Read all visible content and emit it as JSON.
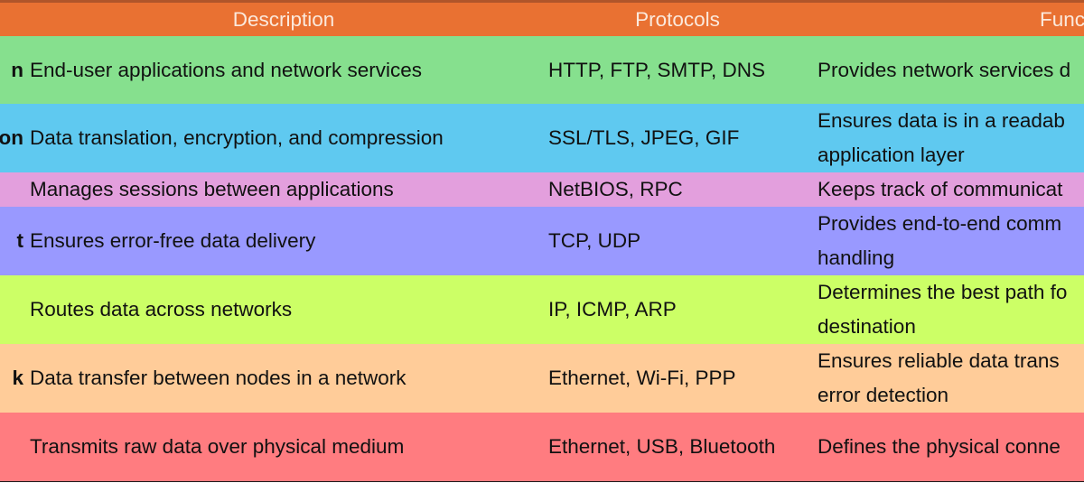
{
  "colors": {
    "header": "#E97132",
    "rows": [
      "#86E08E",
      "#5FC9F0",
      "#E39FDD",
      "#9999FF",
      "#CCFF66",
      "#FFCC99",
      "#FF7C80"
    ]
  },
  "header": {
    "layer": "",
    "description": "Description",
    "protocols": "Protocols",
    "functions": "Functi"
  },
  "rows": [
    {
      "layer": "n",
      "description": "End-user applications and network services",
      "protocols": "HTTP, FTP, SMTP, DNS",
      "functions": "Provides network services d"
    },
    {
      "layer": "on",
      "description": "Data translation, encryption, and compression",
      "protocols": "SSL/TLS, JPEG, GIF",
      "functions": "Ensures data is in a readab application layer"
    },
    {
      "layer": "",
      "description": "Manages sessions between applications",
      "protocols": "NetBIOS, RPC",
      "functions": "Keeps track of communicat"
    },
    {
      "layer": "t",
      "description": "Ensures error-free data delivery",
      "protocols": "TCP, UDP",
      "functions": "Provides end-to-end comm handling"
    },
    {
      "layer": "",
      "description": "Routes data across networks",
      "protocols": "IP, ICMP, ARP",
      "functions": "Determines the best path fo destination"
    },
    {
      "layer": "k",
      "description": "Data transfer between nodes in a network",
      "protocols": "Ethernet, Wi-Fi, PPP",
      "functions": "Ensures reliable data trans error detection"
    },
    {
      "layer": "",
      "description": "Transmits raw data over physical medium",
      "protocols": "Ethernet, USB, Bluetooth",
      "functions": "Defines the physical conne"
    }
  ]
}
